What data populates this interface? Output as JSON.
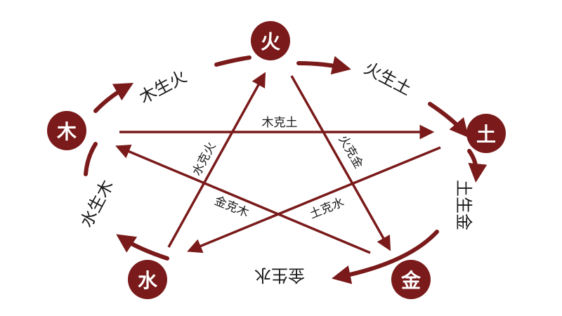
{
  "nodes": {
    "fire": "火",
    "earth": "土",
    "metal": "金",
    "water": "水",
    "wood": "木"
  },
  "generating": {
    "wood_fire": "木生火",
    "fire_earth": "火生土",
    "earth_metal": "土生金",
    "metal_water": "金生水",
    "water_wood": "水生木"
  },
  "overcoming": {
    "wood_earth": "木克土",
    "fire_metal": "火克金",
    "earth_water": "土克水",
    "metal_wood": "金克木",
    "water_fire": "水克火"
  },
  "colors": {
    "node_fill": "#7a1a1a",
    "arrow": "#7a1a1a",
    "text": "#1a1a1a"
  }
}
